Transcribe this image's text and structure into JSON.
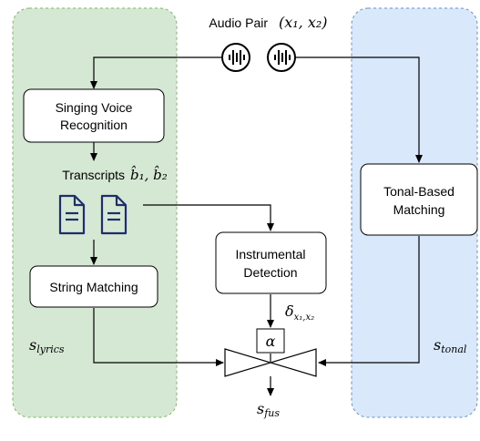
{
  "colors": {
    "lyrics_panel_fill": "#d5e8d4",
    "lyrics_panel_stroke": "#82b366",
    "tonal_panel_fill": "#dae8fc",
    "tonal_panel_stroke": "#6c8ebf",
    "doc_icon_stroke": "#1f2d6b",
    "line": "#000000"
  },
  "header": {
    "title": "Audio Pair",
    "formula": "(x₁, x₂)"
  },
  "icons": [
    "waveform-icon",
    "waveform-icon",
    "document-icon",
    "document-icon"
  ],
  "boxes": {
    "svr_line1": "Singing Voice",
    "svr_line2": "Recognition",
    "string_matching": "String Matching",
    "instr_line1": "Instrumental",
    "instr_line2": "Detection",
    "tonal_line1": "Tonal-Based",
    "tonal_line2": "Matching",
    "alpha": "α"
  },
  "labels": {
    "transcripts": "Transcripts",
    "transcripts_math": "b̂₁, b̂₂",
    "delta": "δ",
    "delta_sub": "x₁,x₂",
    "s_lyrics": "s",
    "s_lyrics_sub": "lyrics",
    "s_tonal": "s",
    "s_tonal_sub": "tonal",
    "s_fus": "s",
    "s_fus_sub": "fus"
  }
}
